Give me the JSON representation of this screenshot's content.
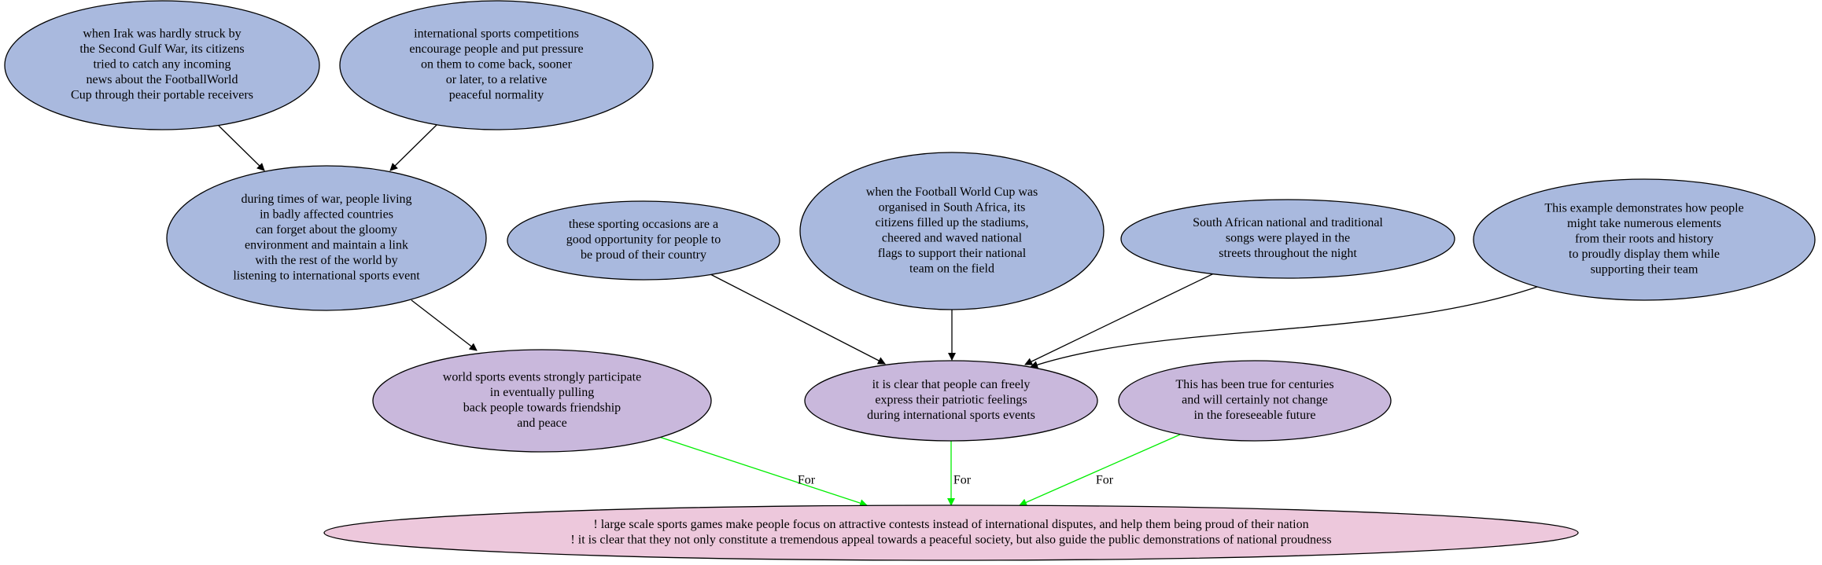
{
  "colors": {
    "premise": "#a9b9de",
    "claim": "#c9b8dc",
    "conclusion": "#edc8dc",
    "edge_default": "#000000",
    "edge_for": "#00ee00"
  },
  "nodes": {
    "irak_gulf_war": {
      "type": "premise",
      "lines": [
        "when Irak was hardly struck by",
        "the Second Gulf War, its citizens",
        "tried to catch any incoming",
        "news about the FootballWorld",
        "Cup through their portable receivers"
      ]
    },
    "sports_competitions_pressure": {
      "type": "premise",
      "lines": [
        "international sports competitions",
        "encourage people and put pressure",
        "on them to come back, sooner",
        "or later, to a relative",
        "peaceful normality"
      ]
    },
    "times_of_war": {
      "type": "premise",
      "lines": [
        "during times of war, people living",
        "in badly affected countries",
        "can forget about the gloomy",
        "environment and maintain a link",
        "with the rest of the world by",
        "listening to international sports event"
      ]
    },
    "sporting_occasions_proud": {
      "type": "premise",
      "lines": [
        "these sporting occasions are a",
        "good opportunity for people to",
        "be proud of their country"
      ]
    },
    "south_africa_world_cup": {
      "type": "premise",
      "lines": [
        "when the Football World Cup was",
        "organised in South Africa, its",
        "citizens filled up the stadiums,",
        "cheered and waved national",
        "flags to support their national",
        "team on the field"
      ]
    },
    "south_african_songs": {
      "type": "premise",
      "lines": [
        "South African national and traditional",
        "songs were played in the",
        "streets throughout the night"
      ]
    },
    "example_demonstrates": {
      "type": "premise",
      "lines": [
        "This example demonstrates how people",
        "might take numerous elements",
        "from their roots and history",
        "to proudly display them while",
        "supporting their team"
      ]
    },
    "world_sports_events_friendship": {
      "type": "claim",
      "lines": [
        "world sports events strongly participate",
        "in eventually pulling",
        "back people towards friendship",
        "and peace"
      ]
    },
    "patriotic_feelings": {
      "type": "claim",
      "lines": [
        "it is clear that people can freely",
        "express their patriotic feelings",
        "during international sports events"
      ]
    },
    "true_for_centuries": {
      "type": "claim",
      "lines": [
        "This has been true for centuries",
        "and will certainly not change",
        "in the foreseeable future"
      ]
    },
    "main_conclusion": {
      "type": "conclusion",
      "lines": [
        "! large scale sports games make people focus on attractive contests instead of international disputes, and help them being proud of their nation",
        "! it is clear that they not only constitute a tremendous appeal towards a peaceful society, but also guide the public demonstrations of national proudness"
      ]
    }
  },
  "edges": [
    {
      "from": "irak_gulf_war",
      "to": "times_of_war",
      "label": ""
    },
    {
      "from": "sports_competitions_pressure",
      "to": "times_of_war",
      "label": ""
    },
    {
      "from": "times_of_war",
      "to": "world_sports_events_friendship",
      "label": ""
    },
    {
      "from": "sporting_occasions_proud",
      "to": "patriotic_feelings",
      "label": ""
    },
    {
      "from": "south_africa_world_cup",
      "to": "patriotic_feelings",
      "label": ""
    },
    {
      "from": "south_african_songs",
      "to": "patriotic_feelings",
      "label": ""
    },
    {
      "from": "example_demonstrates",
      "to": "patriotic_feelings",
      "label": ""
    },
    {
      "from": "world_sports_events_friendship",
      "to": "main_conclusion",
      "label": "For"
    },
    {
      "from": "patriotic_feelings",
      "to": "main_conclusion",
      "label": "For"
    },
    {
      "from": "true_for_centuries",
      "to": "main_conclusion",
      "label": "For"
    }
  ]
}
